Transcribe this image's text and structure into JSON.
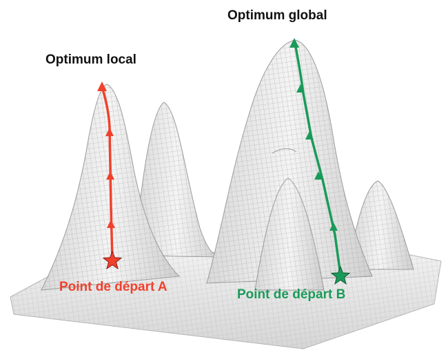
{
  "labels": {
    "global_optimum": "Optimum global",
    "local_optimum": "Optimum local",
    "start_a": "Point de départ A",
    "start_b": "Point de départ B"
  },
  "colors": {
    "path_a": "#f0412c",
    "path_b": "#1a9a5a",
    "label_dark": "#111111",
    "surface_fill": "#efefef",
    "mesh_line": "#8a8a8a"
  },
  "icons": {
    "start_marker": "star-icon",
    "step_marker": "arrow-up-icon"
  }
}
